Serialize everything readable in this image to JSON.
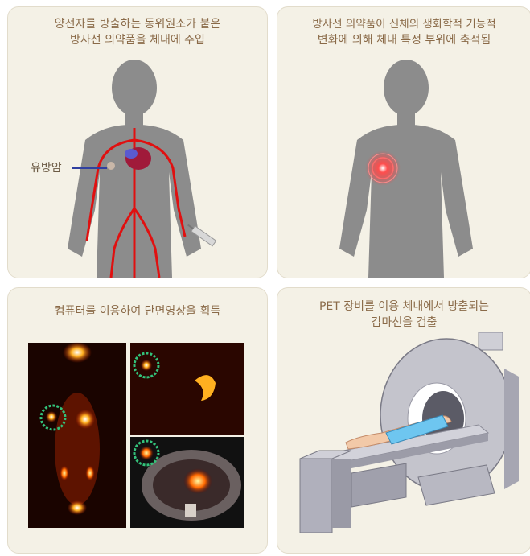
{
  "panels": [
    {
      "caption_line1": "양전자를 방출하는 동위원소가 붙은",
      "caption_line2": "방사선 의약품을 체내에 주입",
      "label": "유방암"
    },
    {
      "caption_line1": "방사선 의약품이 신체의 생화학적 기능적",
      "caption_line2": "변화에 의해 체내 특정 부위에 축적됨"
    },
    {
      "caption_line1": "컴퓨터를 이용하여 단면영상을 획득"
    },
    {
      "caption_line1": "PET 장비를 이용 체내에서 방출되는",
      "caption_line2": "감마선을 검출"
    }
  ],
  "colors": {
    "panel_bg": "#f4f1e6",
    "silhouette": "#8c8c8c",
    "artery": "#e01010",
    "tumor_glow": "#ff3b3b",
    "caption": "#8a6a48",
    "marker_ring": "#33c27a"
  },
  "icons": [
    "syringe-icon",
    "heart-icon",
    "pet-scanner-icon"
  ]
}
